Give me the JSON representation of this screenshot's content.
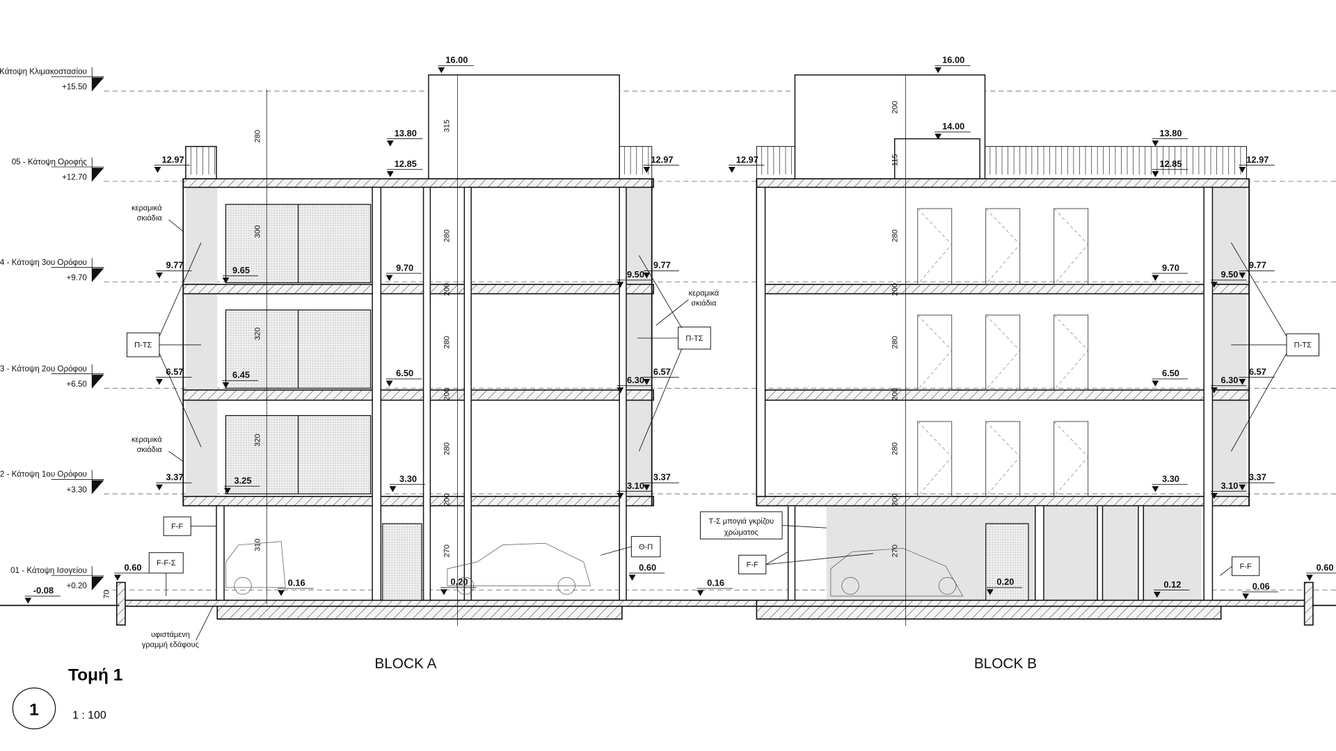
{
  "levels": [
    {
      "name": "Κάτοψη Κλιμακοστασίου",
      "elev": "+15.50"
    },
    {
      "name": "05 - Κάτοψη Οροφής",
      "elev": "+12.70"
    },
    {
      "name": "4 - Κάτοψη 3ου Ορόφου",
      "elev": "+9.70"
    },
    {
      "name": "3 - Κάτοψη 2ου Ορόφου",
      "elev": "+6.50"
    },
    {
      "name": "2 - Κάτοψη 1ου Ορόφου",
      "elev": "+3.30"
    },
    {
      "name": "01 - Κάτοψη Ισογείου",
      "elev": "+0.20"
    }
  ],
  "markers": [
    "16.00",
    "13.80",
    "12.97",
    "12.85",
    "12.97",
    "9.77",
    "9.65",
    "9.70",
    "9.50",
    "9.77",
    "6.57",
    "6.45",
    "6.50",
    "6.30",
    "6.57",
    "3.37",
    "3.25",
    "3.30",
    "3.10",
    "3.37",
    "0.60",
    "-0.08",
    "0.16",
    "0.20",
    "0.60",
    "0.16",
    "16.00",
    "14.00",
    "13.80",
    "12.97",
    "12.85",
    "12.97",
    "9.70",
    "9.50",
    "9.77",
    "6.50",
    "6.30",
    "6.57",
    "3.30",
    "3.10",
    "3.37",
    "0.20",
    "0.12",
    "0.06",
    "0.60"
  ],
  "dims": [
    "280",
    "315",
    "300",
    "280",
    "320",
    "280",
    "320",
    "280",
    "310",
    "270",
    "200",
    "200",
    "200",
    "70",
    "200",
    "115",
    "280",
    "280",
    "280",
    "270",
    "200",
    "200",
    "200"
  ],
  "tags": [
    "Π-ΤΣ",
    "Π-ΤΣ",
    "Π-ΤΣ",
    "F-F",
    "F-F",
    "F-F",
    "F-F-Σ",
    "Θ-Π"
  ],
  "tag_multi": {
    "line1": "Τ-Σ μπογιά γκρίζου",
    "line2": "χρώματος"
  },
  "annotations": {
    "tiles": {
      "line1": "κεραμικά",
      "line2": "σκιάδια"
    },
    "ground": {
      "line1": "υφιστάμενη",
      "line2": "γραμμή εδάφους"
    }
  },
  "blocks": {
    "a": "BLOCK A",
    "b": "BLOCK B"
  },
  "title": {
    "number": "1",
    "name": "Τομή 1",
    "scale": "1 : 100"
  }
}
